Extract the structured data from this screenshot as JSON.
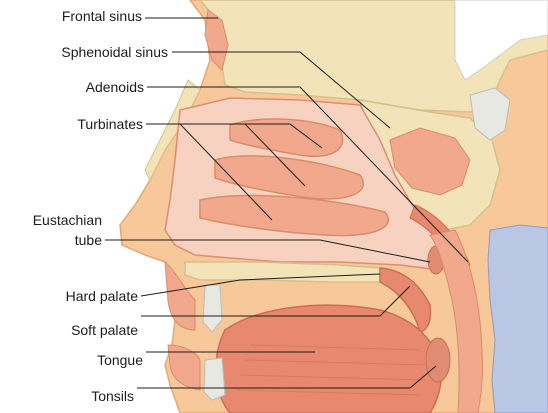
{
  "diagram": {
    "labels": {
      "frontal_sinus": "Frontal sinus",
      "sphenoidal_sinus": "Sphenoidal sinus",
      "adenoids": "Adenoids",
      "turbinates": "Turbinates",
      "eustachian_line1": "Eustachian",
      "eustachian_line2": "tube",
      "hard_palate": "Hard palate",
      "soft_palate": "Soft palate",
      "tongue": "Tongue",
      "tonsils": "Tonsils"
    },
    "colors": {
      "skin": "#f6c89a",
      "skin_edge": "#e9a86f",
      "bone": "#f3e3b8",
      "bone_edge": "#d9c08a",
      "mucosa": "#f1a88c",
      "mucosa_dark": "#e08c72",
      "cavity": "#f7d2c0",
      "muscle": "#e8896f",
      "spine_blue": "#b9c6e4",
      "cartilage": "#e8e8e2",
      "line": "#1d1d1b"
    }
  }
}
